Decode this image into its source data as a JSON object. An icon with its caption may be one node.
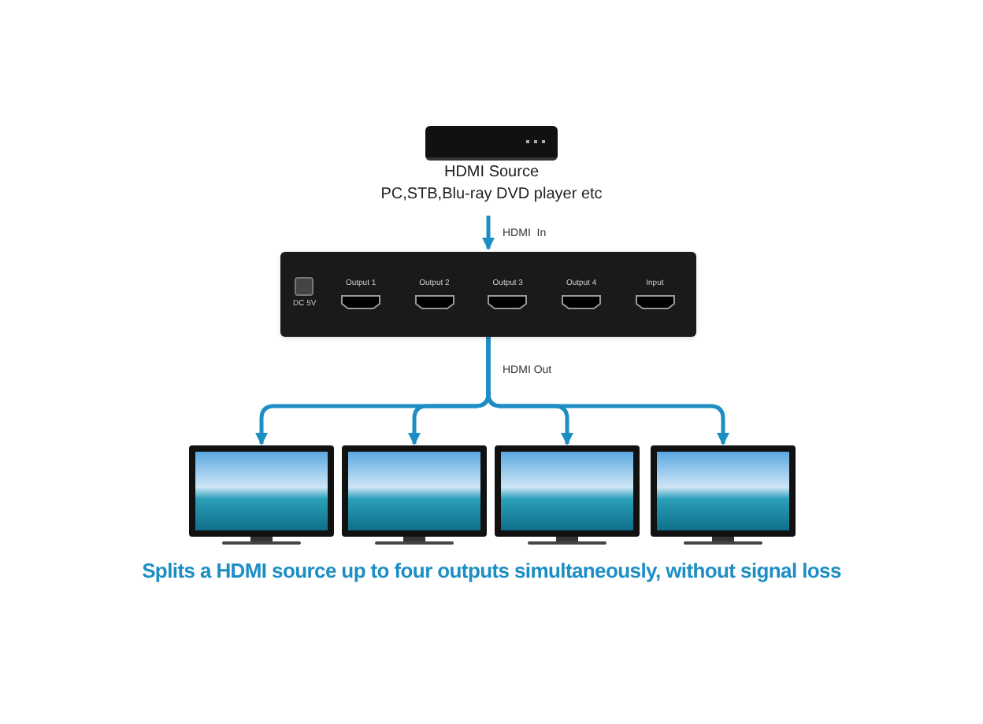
{
  "diagram": {
    "caption": "Splits a HDMI source up to four outputs simultaneously, without signal loss",
    "nodes": [
      {
        "text": [
          "HDMI Source",
          "PC,STB,Blu-ray DVD player etc"
        ]
      },
      {
        "text": [
          "DC 5V",
          "Output 1",
          "Output 2",
          "Output 3",
          "Output 4",
          "Input"
        ]
      },
      {
        "text": [],
        "shape": "picture"
      },
      {
        "text": [],
        "shape": "picture"
      },
      {
        "text": [],
        "shape": "picture"
      },
      {
        "text": [],
        "shape": "picture"
      }
    ],
    "edges": [
      {
        "from": 0,
        "to": 1,
        "arrow": "to",
        "label": "HDMI  In"
      },
      {
        "from": 1,
        "to": 2,
        "arrow": "to",
        "label": "HDMI Out"
      },
      {
        "from": 1,
        "to": 3,
        "arrow": "to"
      },
      {
        "from": 1,
        "to": 4,
        "arrow": "to"
      },
      {
        "from": 1,
        "to": 5,
        "arrow": "to"
      }
    ]
  }
}
